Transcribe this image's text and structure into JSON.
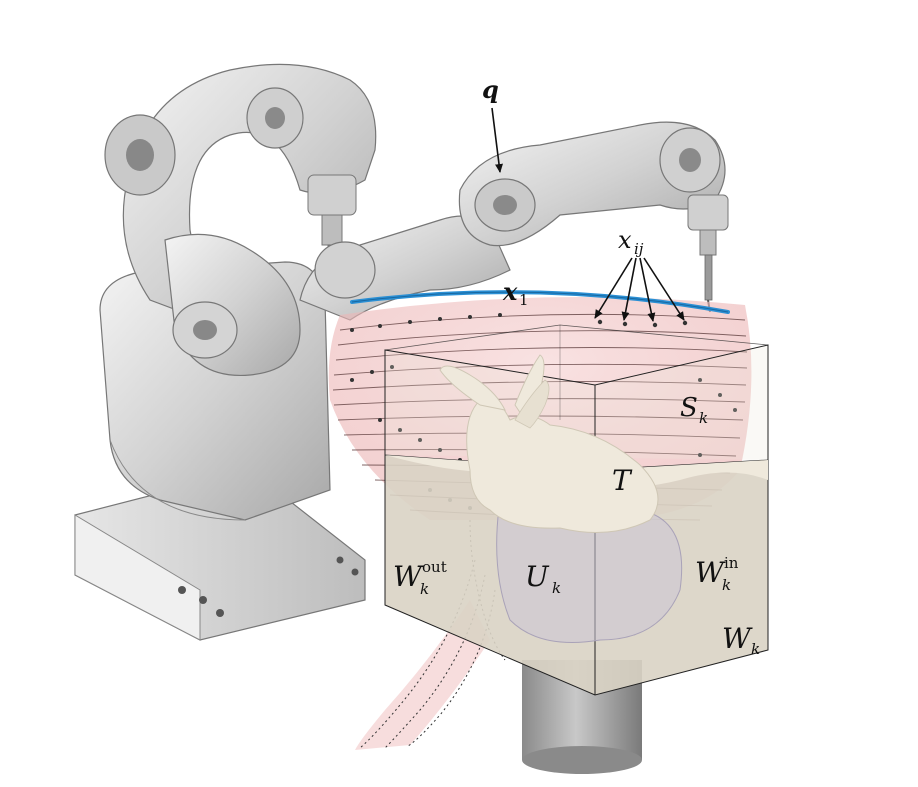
{
  "labels": {
    "q": "q",
    "x1_main": "x",
    "x1_sub": "1",
    "xij_main": "x",
    "xij_sub": "ij",
    "S_main": "S",
    "S_sub": "k",
    "T": "T",
    "U_main": "U",
    "U_sub": "k",
    "Wout_main": "W",
    "Wout_sup": "out",
    "Wout_sub": "k",
    "Win_main": "W",
    "Win_sup": "in",
    "Win_sub": "k",
    "W_main": "W",
    "W_sub": "k"
  },
  "colors": {
    "robot": "#d6d6d6",
    "robot_dark": "#9a9a9a",
    "trajectory": "#2a8fd4",
    "surface": "#f2c6c6",
    "box_fill": "#d9d3c4",
    "bunny": "#efe9dc",
    "region_u": "#cbc5d6"
  }
}
